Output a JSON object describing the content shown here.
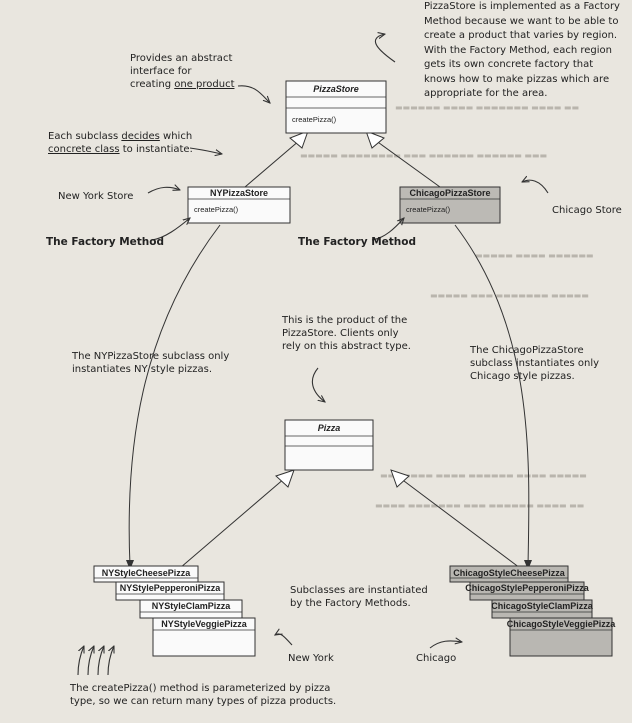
{
  "classes": {
    "pizza_store": {
      "name": "PizzaStore",
      "method": "createPizza()"
    },
    "ny_store": {
      "name": "NYPizzaStore",
      "method": "createPizza()"
    },
    "chicago_store": {
      "name": "ChicagoPizzaStore",
      "method": "createPizza()"
    },
    "pizza": {
      "name": "Pizza"
    },
    "ny_pizzas": [
      "NYStyleCheesePizza",
      "NYStylePepperoniPizza",
      "NYStyleClamPizza",
      "NYStyleVeggiePizza"
    ],
    "chicago_pizzas": [
      "ChicagoStyleCheesePizza",
      "ChicagoStylePepperoniPizza",
      "ChicagoStyleClamPizza",
      "ChicagoStyleVeggiePizza"
    ]
  },
  "notes": {
    "abstract_interface": {
      "l1": "Provides an abstract",
      "l2": "interface for",
      "l3_a": "creating ",
      "l3_b": "one product"
    },
    "factory_method_explain": {
      "l1": "PizzaStore is implemented as a Factory",
      "l2": "Method because we want to be able to",
      "l3": "create a product that varies by region.",
      "l4": "With the Factory Method, each region",
      "l5": "gets its own concrete factory that",
      "l6": "knows how to make pizzas which are",
      "l7": "appropriate for the area."
    },
    "subclass_decides": {
      "l1_a": "Each subclass ",
      "l1_b": "decides",
      "l1_c": " which",
      "l2_a": "concrete class",
      "l2_b": " to instantiate."
    },
    "new_york_store": "New York Store",
    "chicago_store": "Chicago Store",
    "factory_method_left": "The Factory Method",
    "factory_method_right": "The Factory Method",
    "product_note": {
      "l1": "This is the product of the",
      "l2": "PizzaStore.  Clients only",
      "l3": "rely on this abstract type."
    },
    "ny_subclass": {
      "l1": "The NYPizzaStore subclass only",
      "l2": "instantiates NY style pizzas."
    },
    "chicago_subclass": {
      "l1": "The ChicagoPizzaStore",
      "l2": "subclass instantiates only",
      "l3": "Chicago style pizzas."
    },
    "subclasses_instantiated": {
      "l1": "Subclasses are instantiated",
      "l2": "by the Factory Methods."
    },
    "new_york": "New York",
    "chicago": "Chicago",
    "parameterized": {
      "l1": "The createPizza() method is parameterized by pizza",
      "l2": "type, so we can return many types of pizza products."
    }
  }
}
